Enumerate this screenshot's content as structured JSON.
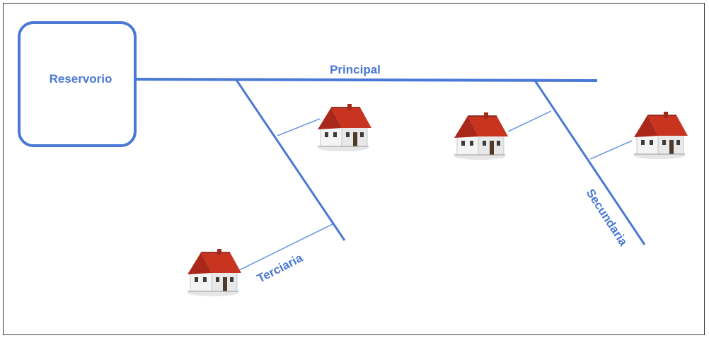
{
  "colors": {
    "line": "#4a78d6",
    "thin_line": "#6f9ae3",
    "label": "#4a78d6",
    "roof": "#c8341f",
    "roof_dark": "#9e2515",
    "wall": "#f1f1f1",
    "wall_shade": "#cfcfcf",
    "window": "#3b3b3b",
    "door": "#4d3a2a"
  },
  "diagram": {
    "reservoir_label": "Reservorio",
    "main_label": "Principal",
    "secondary_label": "Secundaria",
    "tertiary_label": "Terciaria",
    "houses": [
      {
        "name": "house-1",
        "icon": "house-icon"
      },
      {
        "name": "house-2",
        "icon": "house-icon"
      },
      {
        "name": "house-3",
        "icon": "house-icon"
      },
      {
        "name": "house-4",
        "icon": "house-icon"
      }
    ]
  }
}
